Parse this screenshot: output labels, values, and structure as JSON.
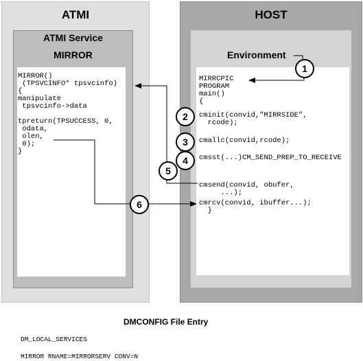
{
  "atmi": {
    "title": "ATMI",
    "service_title": "ATMI Service",
    "service_name": "MIRROR",
    "code": "MIRROR()\n (TPSVCINFO* tpsvcinfo)\n{\nmanipulate\n tpsvcinfo->data\n\ntpreturn(TPSUCCESS, 0,\n odata,\n olen,\n 0);\n}"
  },
  "host": {
    "title": "HOST",
    "environment_label": "Environment",
    "code_header": "MIRRCPIC\nPROGRAM\nmain()\n{",
    "cminit": "cminit(convid,\"MIRRSIDE\",\n  rcode);",
    "cmallc": "cmallc(convid,rcode);",
    "cmsst": "cmsst(...)CM_SEND_PREP_TO_RECEIVE",
    "cmsend": "cmsend(convid, obufer,\n     ...);",
    "cmrcv": "cmrcv(convid, ibuffer...);\n  }"
  },
  "steps": [
    "1",
    "2",
    "3",
    "4",
    "5",
    "6"
  ],
  "dmconfig": {
    "title": "DMCONFIG File Entry",
    "line1": "DM_LOCAL_SERVICES",
    "line2": "MIRROR RNAME=MIRRORSERV CONV=N"
  }
}
